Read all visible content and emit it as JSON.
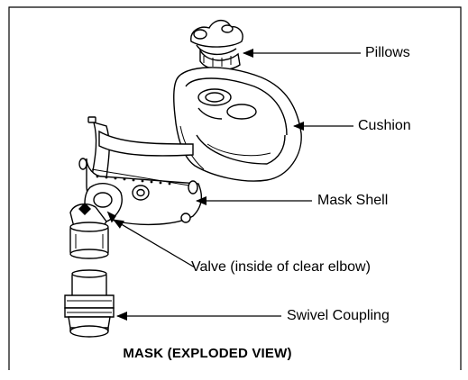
{
  "labels": {
    "pillows": "Pillows",
    "cushion": "Cushion",
    "mask_shell": "Mask Shell",
    "valve": "Valve (inside of clear elbow)",
    "swivel_coupling": "Swivel Coupling"
  },
  "caption": "MASK (EXPLODED VIEW)",
  "colors": {
    "line": "#000000",
    "background": "#ffffff"
  }
}
